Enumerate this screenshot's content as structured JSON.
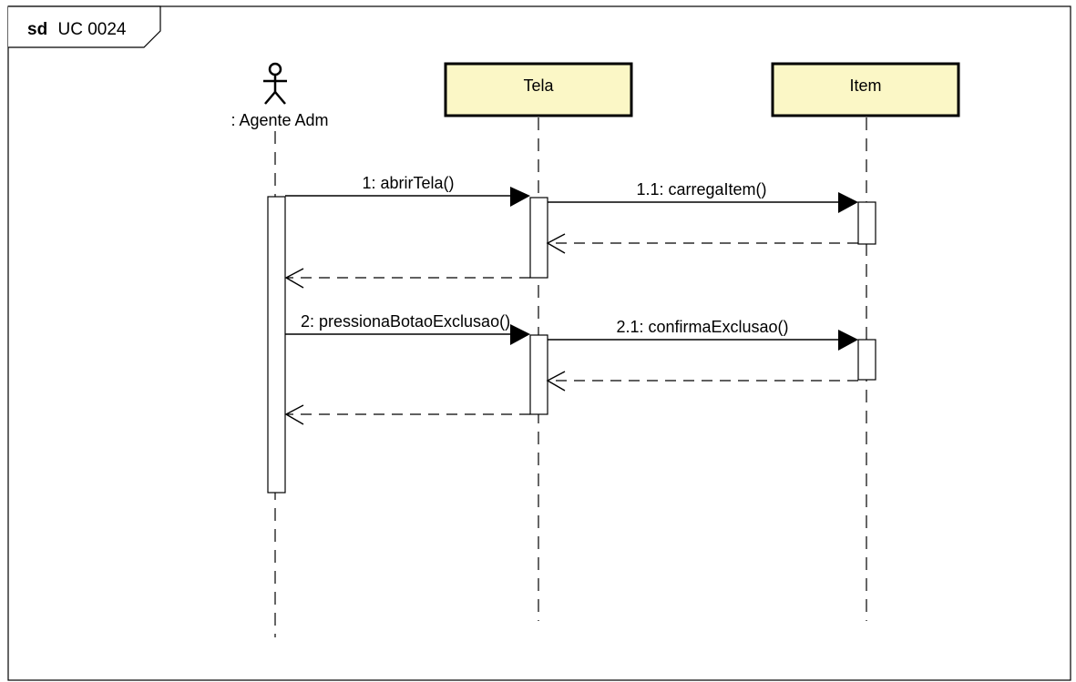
{
  "frame": {
    "keyword": "sd",
    "name": "UC 0024"
  },
  "actor": {
    "label": ": Agente Adm"
  },
  "lifelines": [
    {
      "label": "Tela"
    },
    {
      "label": "Item"
    }
  ],
  "messages": [
    {
      "label": "1: abrirTela()"
    },
    {
      "label": "1.1: carregaItem()"
    },
    {
      "label": "2: pressionaBotaoExclusao()"
    },
    {
      "label": "2.1: confirmaExclusao()"
    }
  ],
  "colors": {
    "lifeline_fill": "#fbf7c6",
    "stroke": "#000000",
    "background": "#ffffff"
  }
}
